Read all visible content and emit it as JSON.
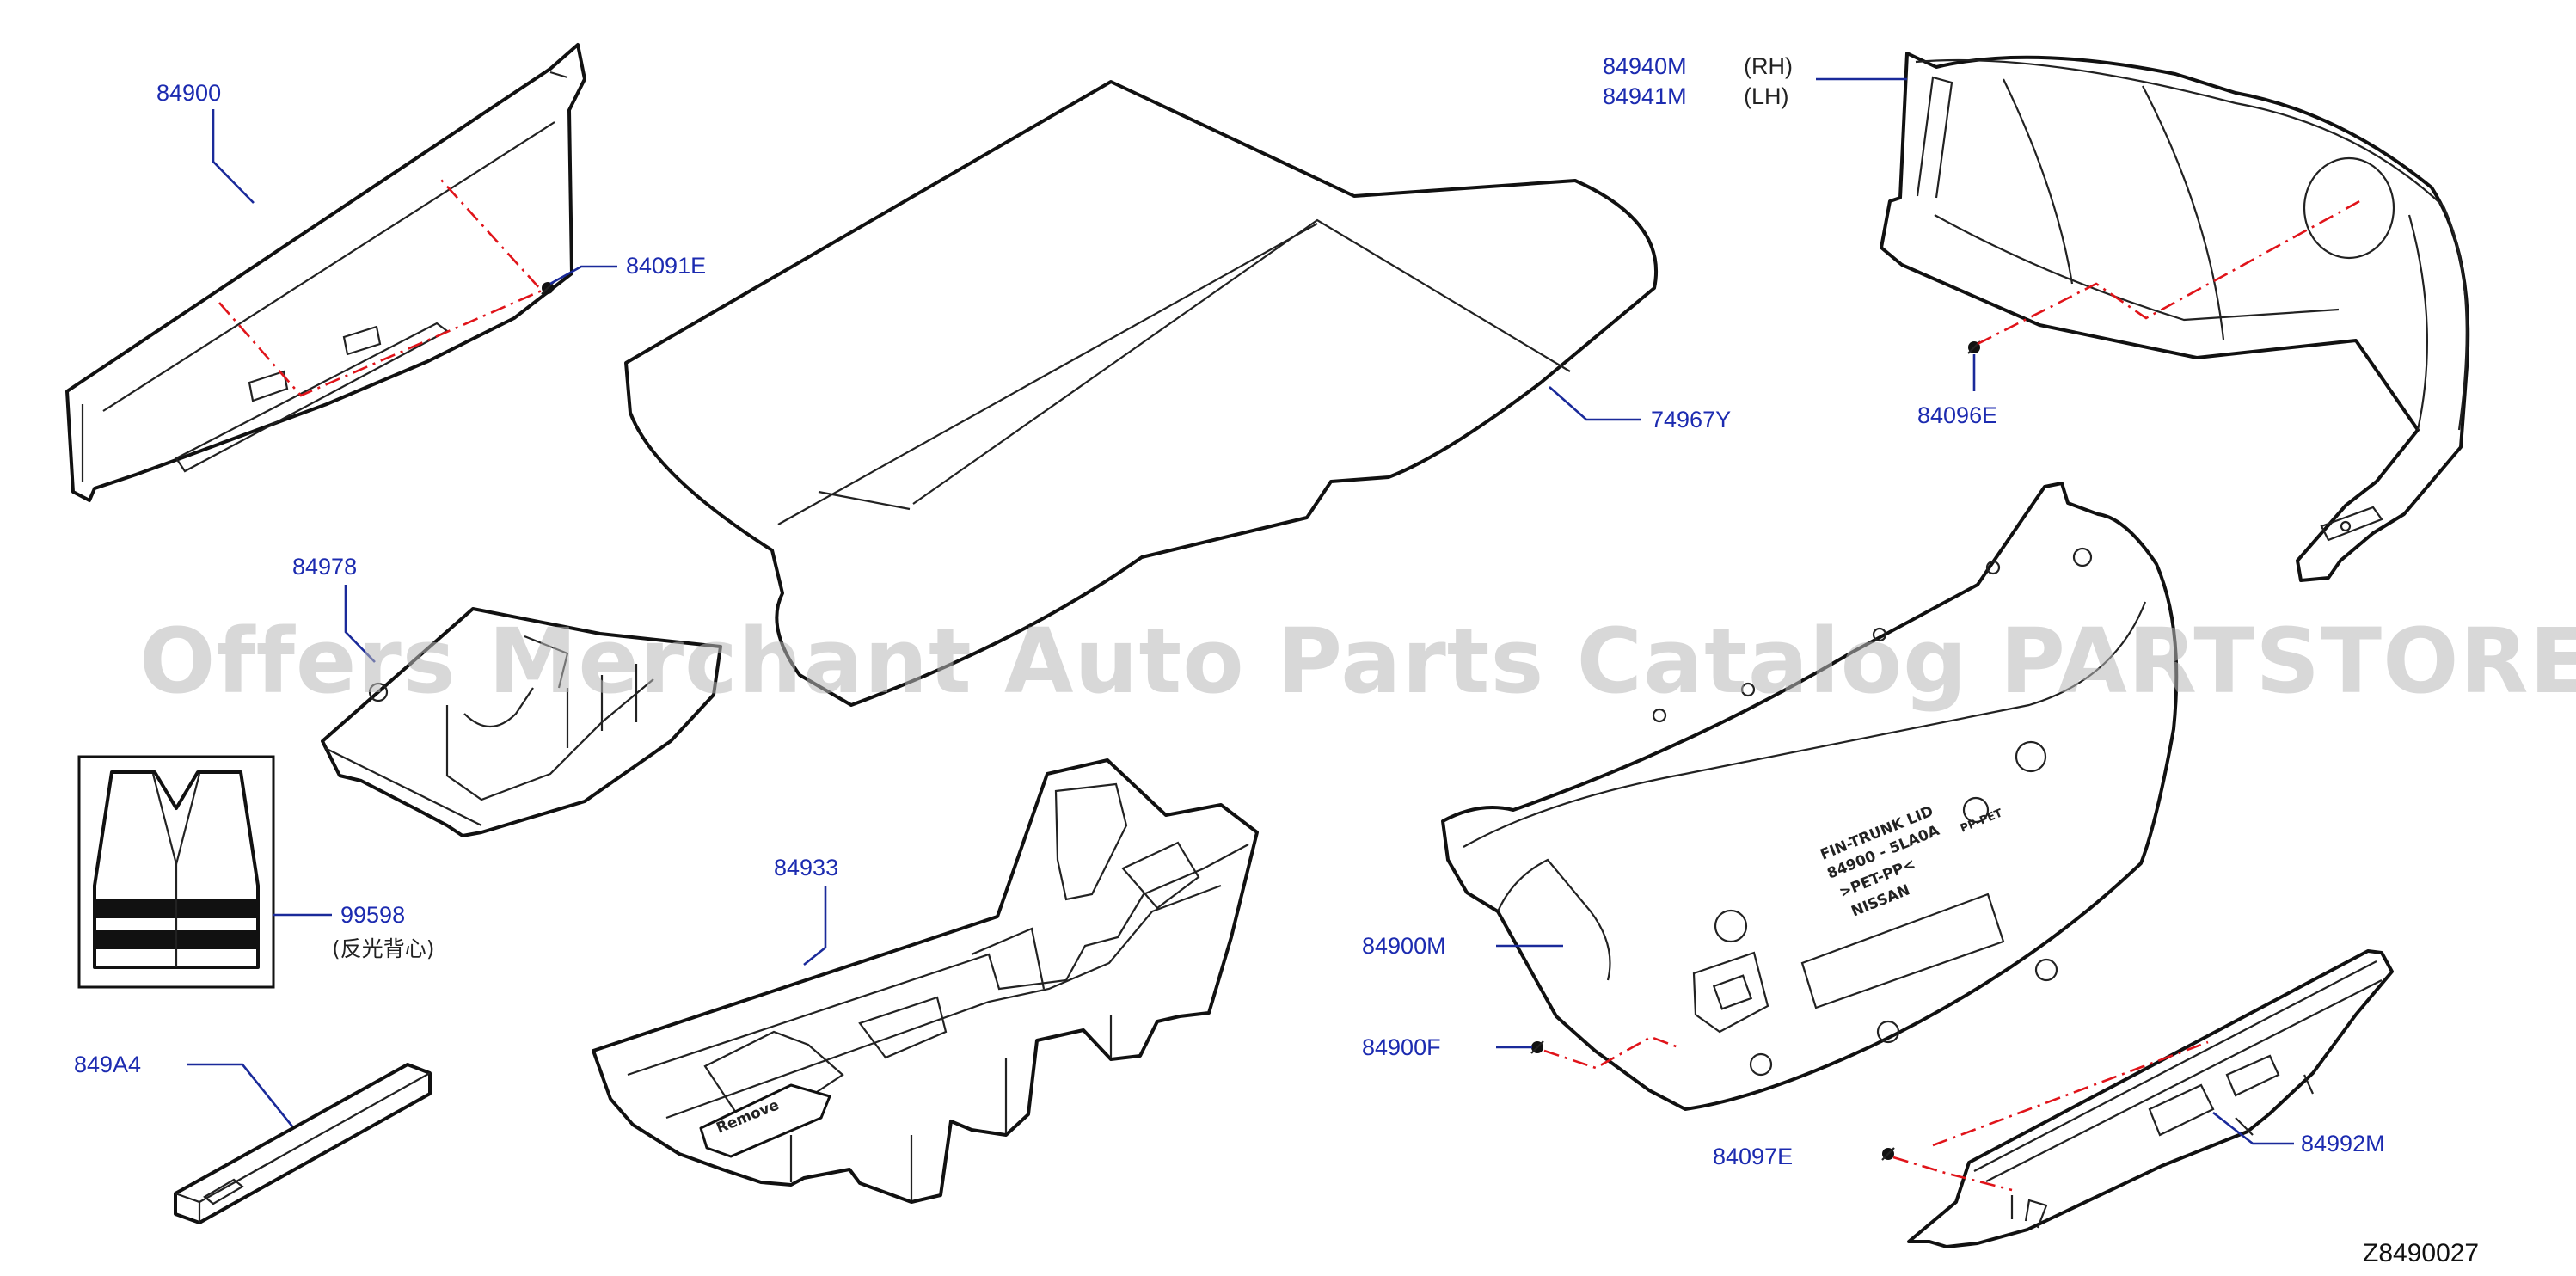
{
  "watermark": "Offers Merchant Auto Parts Catalog PARTSTORE.SA",
  "diagram_ref": "Z8490027",
  "labels": {
    "p84900": "84900",
    "p84091E": "84091E",
    "p74967Y": "74967Y",
    "p84940M": "84940M",
    "p84941M": "84941M",
    "rh": "(RH)",
    "lh": "(LH)",
    "p84096E": "84096E",
    "p84978": "84978",
    "p99598": "99598",
    "p99598_note": "(反光背心)",
    "p84933": "84933",
    "p849A4": "849A4",
    "p84900M": "84900M",
    "p84900F": "84900F",
    "p84097E": "84097E",
    "p84992M": "84992M"
  },
  "embossed_text": {
    "tray_word": "Remove",
    "lid_line1": "FIN-TRUNK LID",
    "lid_line2": "84900 - 5LA0A",
    "lid_line3": ">PET-PP<",
    "lid_line4": "NISSAN",
    "lid_badge": "PP-PET"
  },
  "colors": {
    "label": "#1c2bb0",
    "leader": "#1a2a9a",
    "dash": "#e0141a",
    "outline": "#111111",
    "watermark": "#b9b9b9"
  }
}
